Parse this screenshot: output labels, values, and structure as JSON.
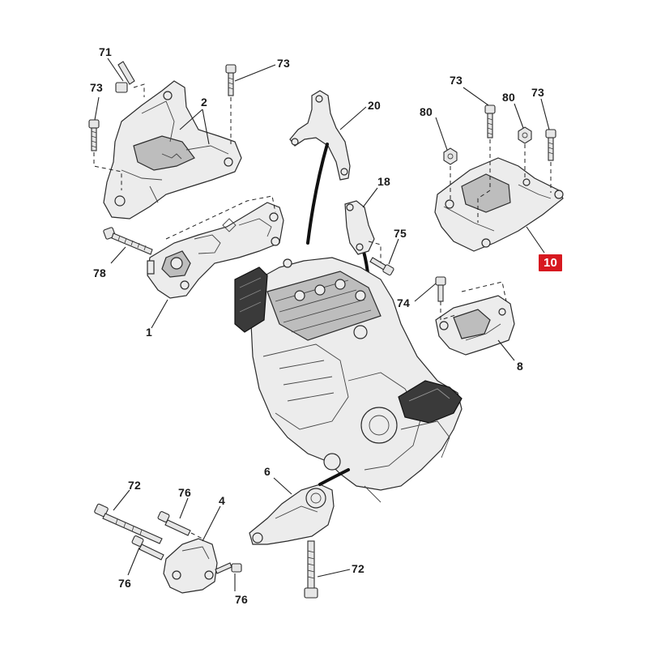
{
  "colors": {
    "callout_highlight": "#d71920",
    "callout_text": "#1a1a1a"
  },
  "callouts": {
    "c71": "71",
    "c73_top_left_a": "73",
    "c73_top_left_b": "73",
    "c2": "2",
    "c78": "78",
    "c1": "1",
    "c20": "20",
    "c18": "18",
    "c75": "75",
    "c80_left": "80",
    "c73_right_a": "73",
    "c80_right": "80",
    "c73_right_b": "73",
    "c10": "10",
    "c74": "74",
    "c8": "8",
    "c6": "6",
    "c72_left": "72",
    "c76_top": "76",
    "c4": "4",
    "c76_left": "76",
    "c76_bottom": "76",
    "c72_bottom": "72"
  }
}
